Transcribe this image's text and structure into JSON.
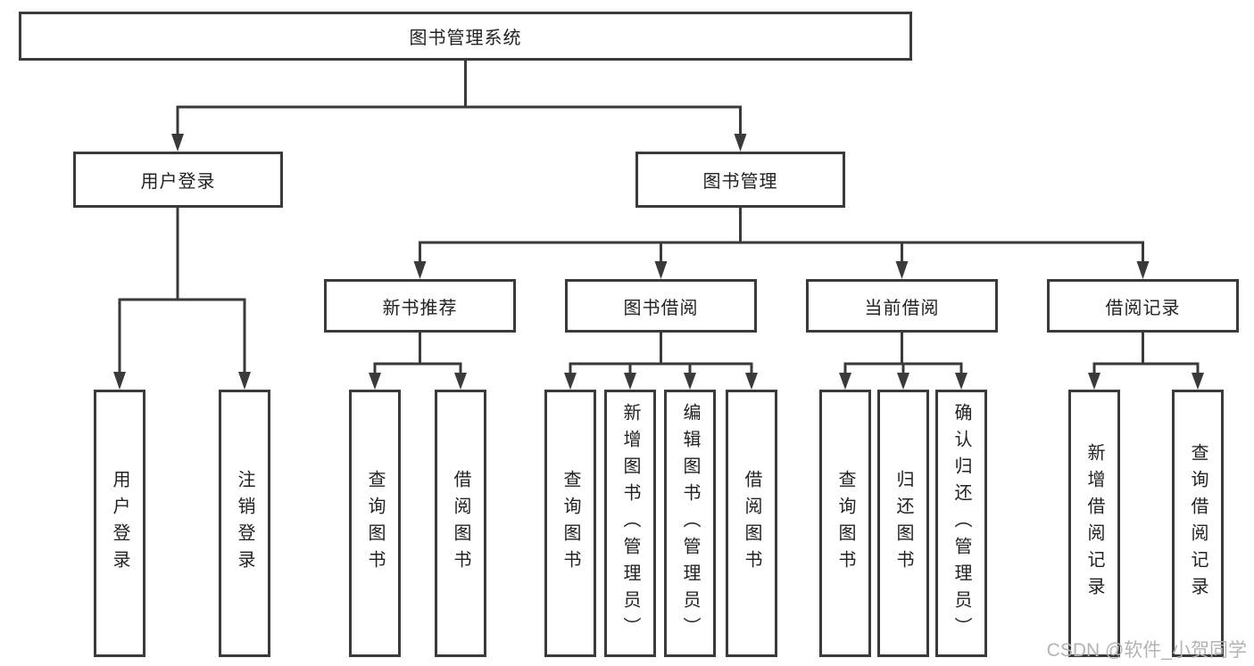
{
  "diagram": {
    "root": {
      "label": "图书管理系统"
    },
    "level2": [
      {
        "label": "用户登录"
      },
      {
        "label": "图书管理"
      }
    ],
    "level3": [
      {
        "label": "新书推荐"
      },
      {
        "label": "图书借阅"
      },
      {
        "label": "当前借阅"
      },
      {
        "label": "借阅记录"
      }
    ],
    "leaves": {
      "user_login": [
        {
          "label": "用户登录"
        },
        {
          "label": "注销登录"
        }
      ],
      "new_book": [
        {
          "label": "查询图书"
        },
        {
          "label": "借阅图书"
        }
      ],
      "book_borrow": [
        {
          "label": "查询图书"
        },
        {
          "label": "新增图书（管理员）"
        },
        {
          "label": "编辑图书（管理员）"
        },
        {
          "label": "借阅图书"
        }
      ],
      "current_borrow": [
        {
          "label": "查询图书"
        },
        {
          "label": "归还图书"
        },
        {
          "label": "确认归还（管理员）"
        }
      ],
      "borrow_records": [
        {
          "label": "新增借阅记录"
        },
        {
          "label": "查询借阅记录"
        }
      ]
    },
    "watermark": "CSDN @软件_小贺同学",
    "colors": {
      "border": "#3a3a3a",
      "text": "#222222",
      "watermark": "#b5b2b2",
      "background": "#ffffff"
    }
  }
}
